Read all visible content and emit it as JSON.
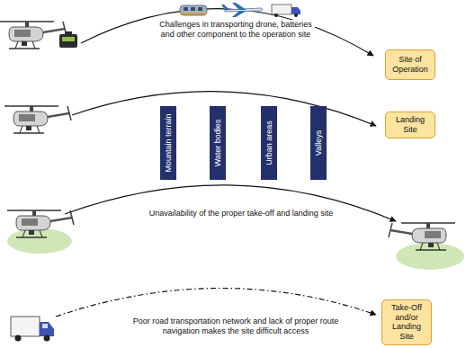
{
  "diagram": {
    "nodes": [
      {
        "text": [
          "Site of Operation"
        ]
      },
      {
        "text": [
          "Mountain terrain"
        ]
      },
      {
        "text": [
          "Water bodies"
        ]
      },
      {
        "text": [
          "Urban areas"
        ]
      },
      {
        "text": [
          "Valleys"
        ]
      },
      {
        "text": [
          "Landing Site"
        ]
      },
      {
        "text": [
          "Take-Off and/or Landing Site"
        ]
      }
    ],
    "labels": [
      "Challenges in transporting drone, batteries and other component to the operation site",
      "Unavailability of the proper take-off and landing site",
      "Poor road transportation network and lack of proper route navigation makes the site difficult access"
    ]
  }
}
